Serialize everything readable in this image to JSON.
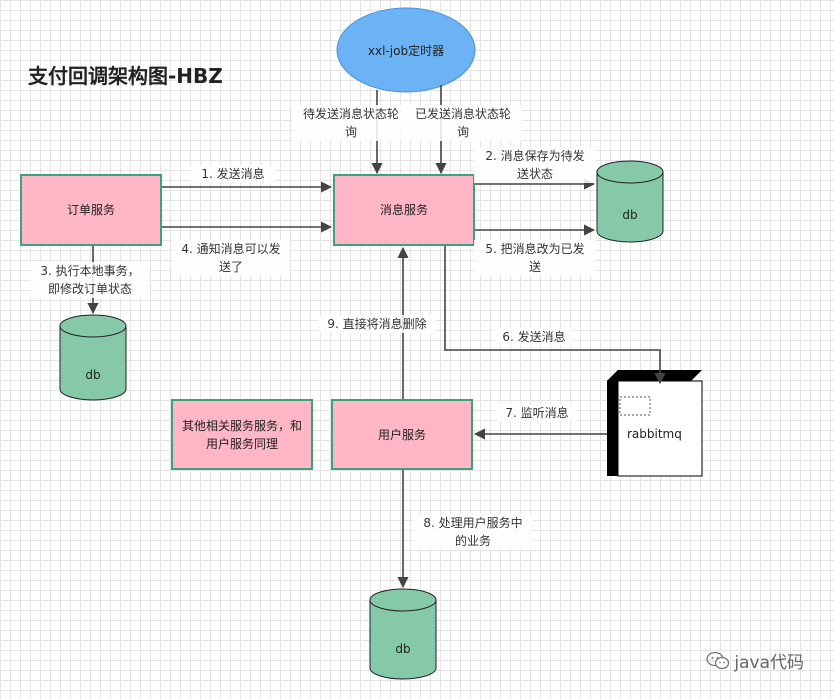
{
  "title": "支付回调架构图-HBZ",
  "nodes": {
    "scheduler": "xxl-job定时器",
    "order_service": "订单服务",
    "message_service": "消息服务",
    "user_service": "用户服务",
    "other_services": "其他相关服务服务，和\n用户服务同理",
    "mq": "rabbitmq",
    "db_order": "db",
    "db_message": "db",
    "db_user": "db"
  },
  "edges": {
    "poll_pending": "待发送消息状态轮\n询",
    "poll_sent": "已发送消息状态轮\n询",
    "send_msg": "1. 发送消息",
    "save_pending": "2. 消息保存为待发\n送状态",
    "local_tx": "3. 执行本地事务，\n即修改订单状态",
    "notify_send": "4. 通知消息可以发\n送了",
    "mark_sent": "5. 把消息改为已发\n送",
    "publish": "6. 发送消息",
    "listen": "7. 监听消息",
    "process": "8. 处理用户服务中\n的业务",
    "delete_msg": "9. 直接将消息删除"
  },
  "colors": {
    "box_fill": "#ffb6c6",
    "box_border": "#3aa37a",
    "db_fill": "#86c9a9",
    "scheduler_fill": "#6cb3f5",
    "arrow": "#444444"
  },
  "watermark": "java代码"
}
